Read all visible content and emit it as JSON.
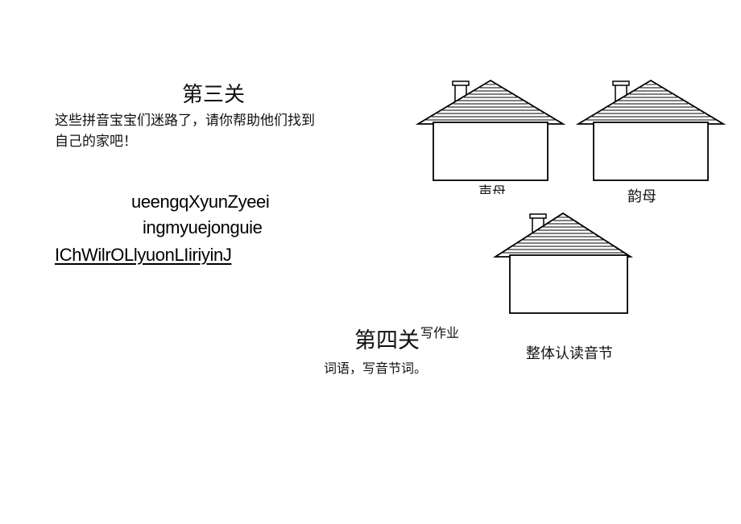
{
  "sections": {
    "level3": {
      "title": "第三关",
      "instruction_line1": "这些拼音宝宝们迷路了，请你帮助他们找到",
      "instruction_line2": "自己的家吧！",
      "pinyin_lines": [
        "ueengqXyunZyeei",
        "ingmyuejonguie",
        "IChWilrOLlyuonLIiriyinJ"
      ]
    },
    "level4": {
      "title": "第四关",
      "homework": "写作业",
      "instruction": "词语，写音节词。"
    }
  },
  "houses": [
    {
      "label": "声母"
    },
    {
      "label": "韵母"
    },
    {
      "label": "整体认读音节"
    }
  ]
}
